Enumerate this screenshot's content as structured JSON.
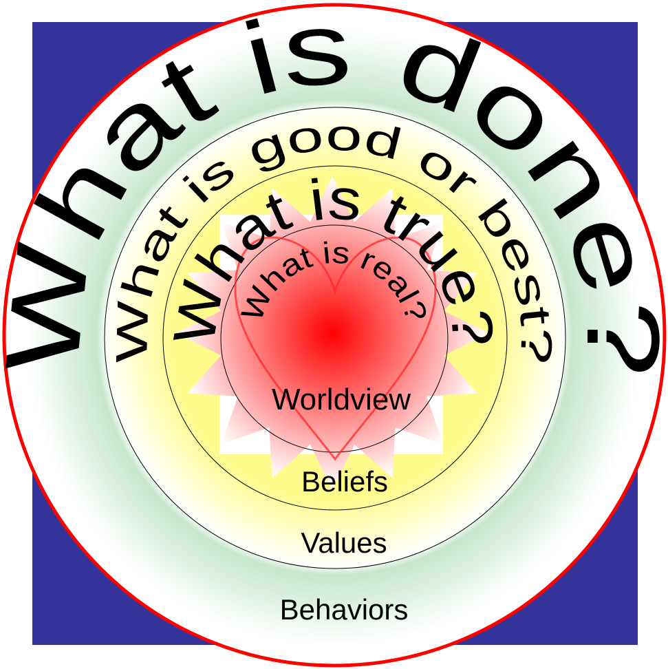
{
  "colors": {
    "background_square": "#333399",
    "outer_ring": "#ff0000",
    "behaviors_ring_tint": "#c5e6cd",
    "values_ring_tint": "#fdfb8c",
    "core_red": "#ff0000"
  },
  "rings": [
    {
      "question": "What is done?",
      "label": "Behaviors"
    },
    {
      "question": "What is good or best?",
      "label": "Values"
    },
    {
      "question": "What is true?",
      "label": "Beliefs"
    },
    {
      "question": "What is real?",
      "label": "Worldview"
    }
  ],
  "icons": [
    "heart-icon",
    "starburst-icon"
  ]
}
